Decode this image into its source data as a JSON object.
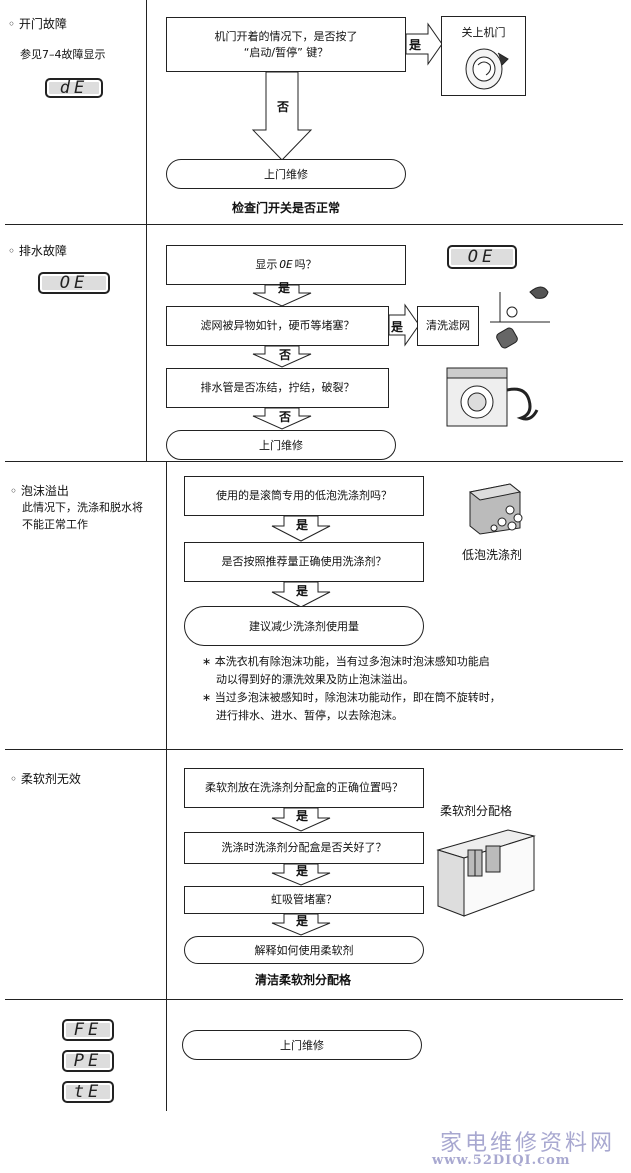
{
  "sections": {
    "door": {
      "title": "◦ 开门故障",
      "ref": "参见7–4故障显示",
      "code": "dE",
      "q1": [
        "机门开着的情况下，是否按了",
        "“启动/暂停” 键？"
      ],
      "yes": "是",
      "no": "否",
      "action": "关上机门",
      "end": "上门维修",
      "caption": "检查门开关是否正常"
    },
    "drain": {
      "title": "◦ 排水故障",
      "code": "OE",
      "q1_pre": "显示",
      "q1_code": "OE",
      "q1_post": "吗？",
      "yes1": "是",
      "q2": "滤网被异物如针，硬币等堵塞？",
      "yes2": "是",
      "action": "清洗滤网",
      "no2": "否",
      "q3": "排水管是否冻结，拧结，破裂？",
      "no3": "否",
      "end": "上门维修",
      "display_code": "OE"
    },
    "foam": {
      "title": "◦ 泡沫溢出",
      "desc": [
        "此情况下，洗涤和脱水将",
        "不能正常工作"
      ],
      "q1": "使用的是滚筒专用的低泡洗涤剂吗？",
      "yes1": "是",
      "q2": "是否按照推荐量正确使用洗涤剂？",
      "yes2": "是",
      "end": "建议减少洗涤剂使用量",
      "image_label": "低泡洗涤剂",
      "notes": [
        "∗ 本洗衣机有除泡沫功能，当有过多泡沫时泡沫感知功能启",
        "动以得到好的漂洗效果及防止泡沫溢出。",
        "∗ 当过多泡沫被感知时，除泡沫功能动作，即在筒不旋转时，",
        "进行排水、进水、暂停，以去除泡沫。"
      ]
    },
    "softener": {
      "title": "◦ 柔软剂无效",
      "q1": "柔软剂放在洗涤剂分配盒的正确位置吗？",
      "yes1": "是",
      "q2": "洗涤时洗涤剂分配盒是否关好了？",
      "yes2": "是",
      "q3": "虹吸管堵塞？",
      "yes3": "是",
      "end": "解释如何使用柔软剂",
      "caption": "清洁柔软剂分配格",
      "image_label": "柔软剂分配格"
    },
    "other": {
      "codes": [
        "FE",
        "PE",
        "tE"
      ],
      "end": "上门维修"
    }
  },
  "watermark": {
    "title": "家电维修资料网",
    "url": "www.52DIQI.com"
  }
}
